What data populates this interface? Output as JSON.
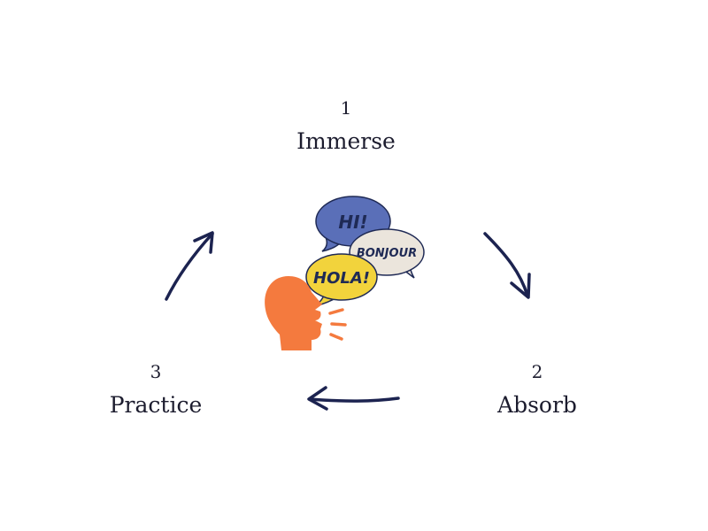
{
  "steps": [
    {
      "number": "1",
      "label": "Immerse"
    },
    {
      "number": "2",
      "label": "Absorb"
    },
    {
      "number": "3",
      "label": "Practice"
    }
  ],
  "illustration": {
    "icon": "speaking-head-icon",
    "bubbles": [
      {
        "text": "HI!",
        "color": "#5a6fb8"
      },
      {
        "text": "BONJOUR",
        "color": "#ebe5dc"
      },
      {
        "text": "HOLA!",
        "color": "#f2d33c"
      }
    ],
    "head_color": "#f47a3e"
  },
  "colors": {
    "arrow": "#1c2350",
    "text": "#1c1c2e"
  }
}
